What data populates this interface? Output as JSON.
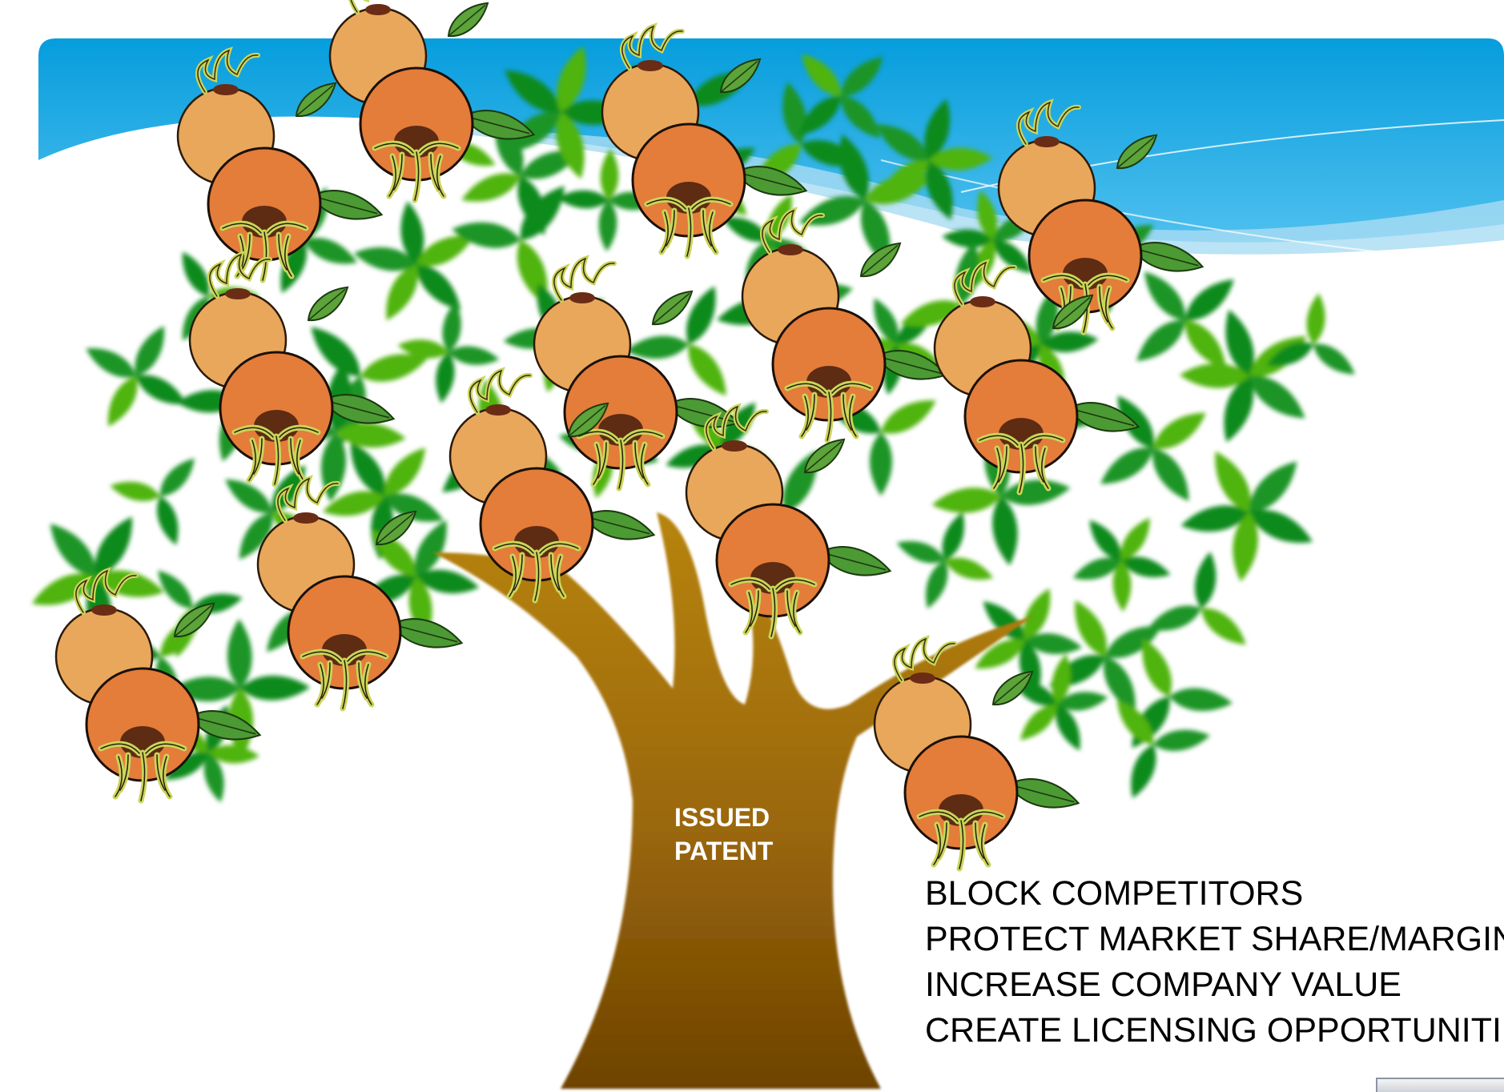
{
  "trunk_label": {
    "line1": "ISSUED",
    "line2": "PATENT"
  },
  "benefits": [
    "BLOCK COMPETITORS",
    "PROTECT MARKET SHARE/MARGIN",
    "INCREASE COMPANY VALUE",
    "CREATE LICENSING OPPORTUNITIES"
  ],
  "colors": {
    "sky_top": "#0aa2df",
    "sky_light": "#9fd8f2",
    "leaf_bright": "#4db50a",
    "leaf_dark": "#0b8a1c",
    "trunk_top": "#b5810f",
    "trunk_bottom": "#7a4b06",
    "fruit_light": "#e9a75c",
    "fruit_dark": "#e47c3a"
  },
  "icons": [
    "rosehip-fruit-icon",
    "tree-trunk",
    "leaf-cluster"
  ]
}
